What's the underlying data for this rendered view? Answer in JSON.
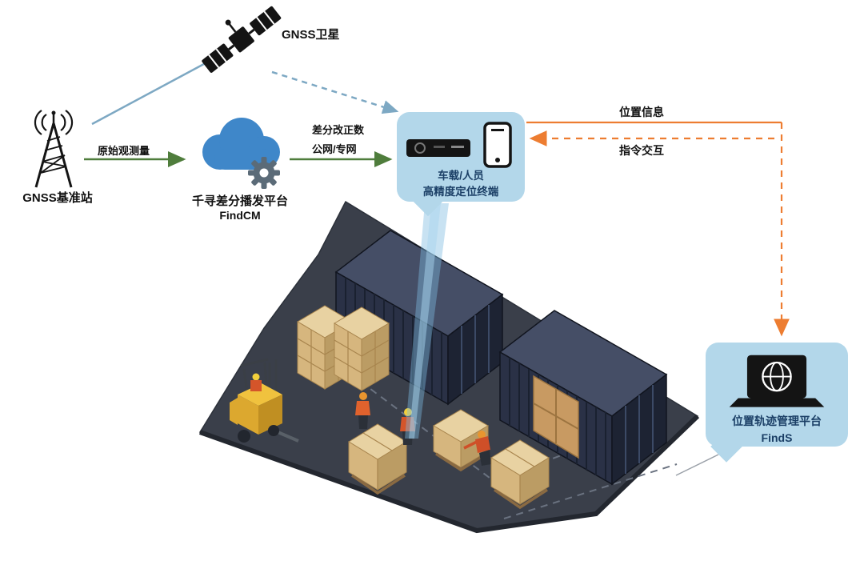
{
  "diagram": {
    "satellite_label": "GNSS卫星",
    "base_station_label": "GNSS基准站",
    "cloud_title": "千寻差分播发平台",
    "cloud_subtitle": "FindCM",
    "edge_raw_observation": "原始观测量",
    "edge_diff_correction": "差分改正数",
    "edge_network": "公网/专网",
    "terminal_line1": "车载/人员",
    "terminal_line2": "高精度定位终端",
    "edge_position_info": "位置信息",
    "edge_command_interaction": "指令交互",
    "platform_title": "位置轨迹管理平台",
    "platform_subtitle": "FindS"
  },
  "colors": {
    "arrow_green": "#4f7d3c",
    "arrow_orange": "#ed7d31",
    "line_blue": "#7da8c3",
    "bubble_bg": "#b3d7ea",
    "bubble_text": "#1b3f66",
    "cloud_blue": "#3f87c9",
    "gear_gray": "#5b6b78",
    "icon_black": "#141414",
    "platform_gray": "#3a3f4a",
    "container_navy": "#2a3146",
    "box_tan": "#d6b67e",
    "forklift_yellow": "#f0c23e",
    "beam_blue": "#7db9e1"
  }
}
